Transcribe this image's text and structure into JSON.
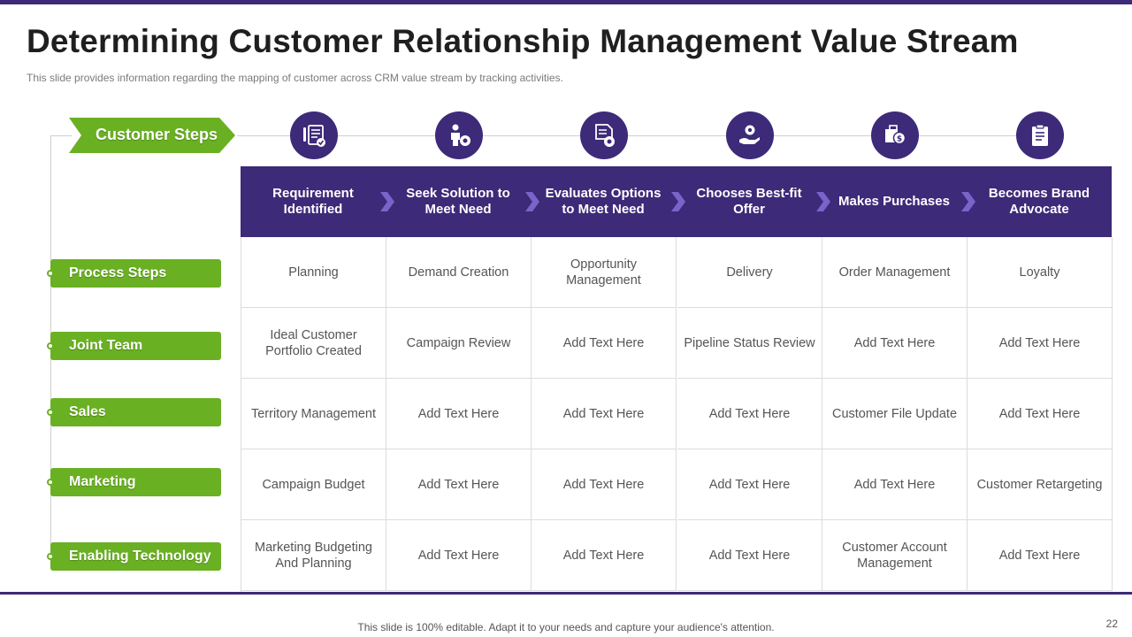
{
  "title": "Determining Customer Relationship Management Value Stream",
  "subtitle": "This slide provides  information  regarding  the  mapping  of customer across  CRM value  stream  by tracking activities.",
  "customer_steps_label": "Customer Steps",
  "colors": {
    "purple": "#3d2a78",
    "green": "#6ab023",
    "chevron": "#7a63c9"
  },
  "steps": [
    {
      "label": "Requirement Identified",
      "icon": "checklist-icon"
    },
    {
      "label": "Seek Solution to Meet Need",
      "icon": "person-gear-icon"
    },
    {
      "label": "Evaluates Options to Meet Need",
      "icon": "document-gear-icon"
    },
    {
      "label": "Chooses Best-fit Offer",
      "icon": "hand-gear-icon"
    },
    {
      "label": "Makes Purchases",
      "icon": "money-box-icon"
    },
    {
      "label": "Becomes Brand Advocate",
      "icon": "clipboard-icon"
    }
  ],
  "rows": [
    {
      "label": "Process Steps",
      "cells": [
        "Planning",
        "Demand Creation",
        "Opportunity Management",
        "Delivery",
        "Order Management",
        "Loyalty"
      ]
    },
    {
      "label": "Joint Team",
      "cells": [
        "Ideal Customer Portfolio Created",
        "Campaign Review",
        "Add Text Here",
        "Pipeline Status Review",
        "Add Text Here",
        "Add Text Here"
      ]
    },
    {
      "label": "Sales",
      "cells": [
        "Territory Management",
        "Add Text Here",
        "Add Text Here",
        "Add Text Here",
        "Customer File Update",
        "Add Text Here"
      ]
    },
    {
      "label": "Marketing",
      "cells": [
        "Campaign Budget",
        "Add Text Here",
        "Add Text Here",
        "Add Text Here",
        "Add Text Here",
        "Customer Retargeting"
      ]
    },
    {
      "label": "Enabling Technology",
      "cells": [
        "Marketing Budgeting And Planning",
        "Add Text Here",
        "Add Text Here",
        "Add Text Here",
        "Customer Account Management",
        "Add Text Here"
      ]
    }
  ],
  "footer": "This slide is 100% editable. Adapt it to your needs and capture your audience's attention.",
  "page_number": "22"
}
